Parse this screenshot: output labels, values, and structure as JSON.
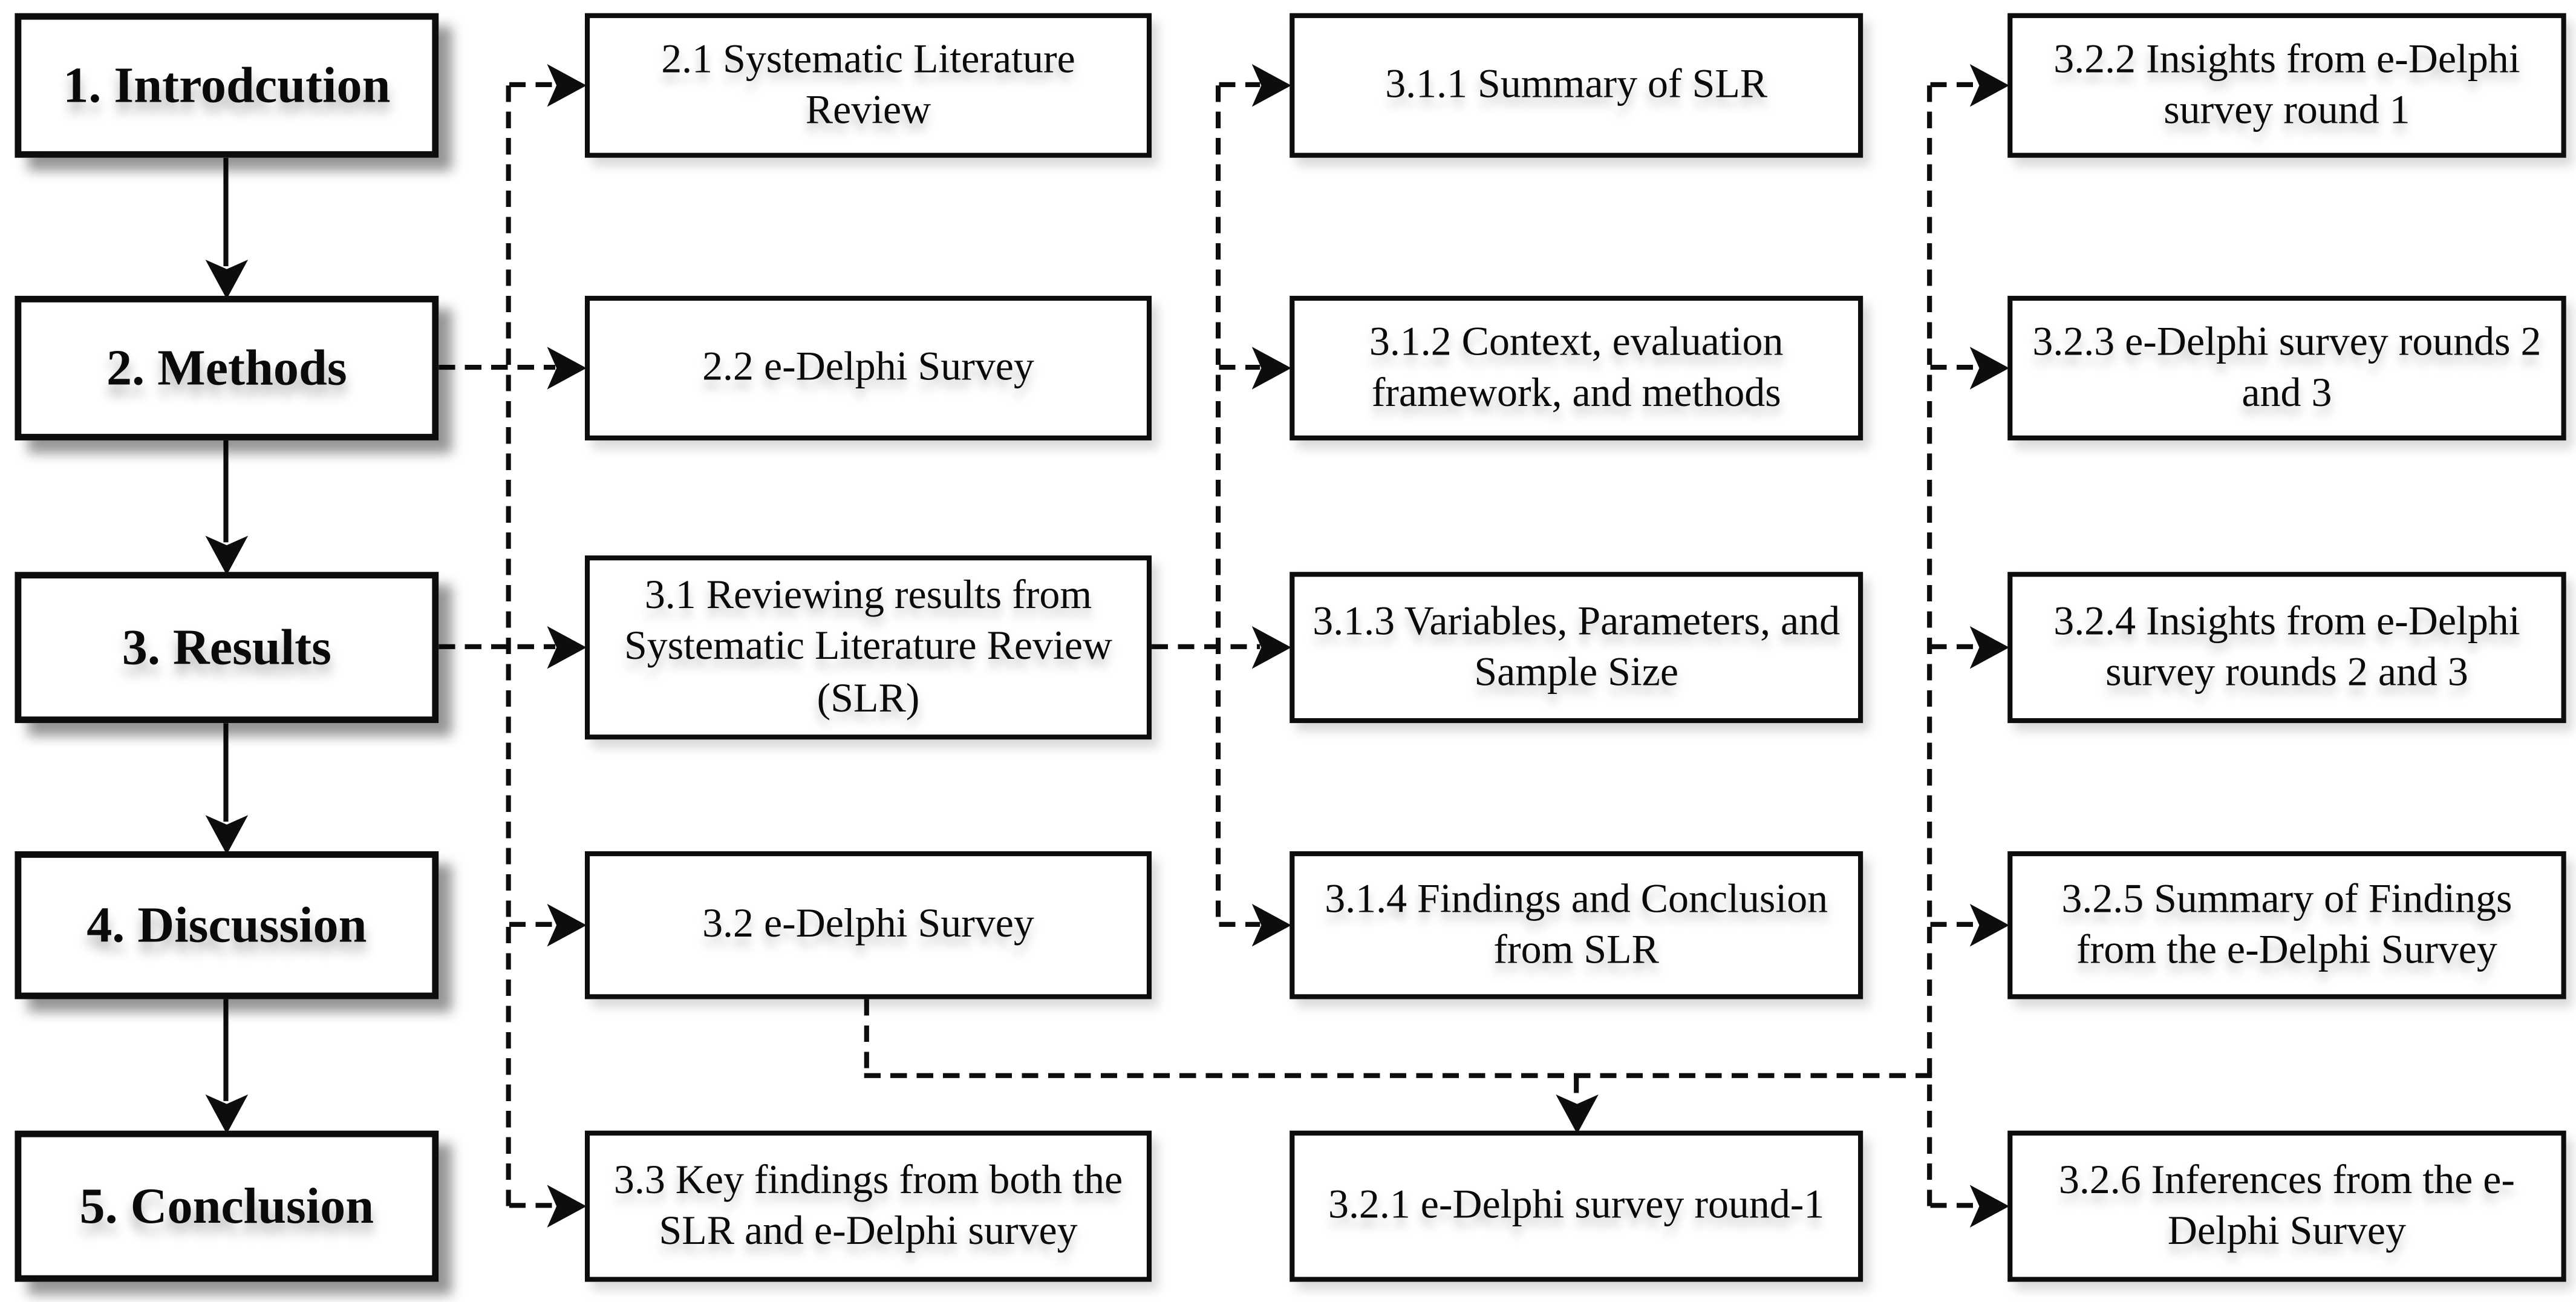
{
  "colors": {
    "ink": "#0d0d0d",
    "background": "#ffffff",
    "box_fill": "#ffffff"
  },
  "boxes": {
    "intro": {
      "label": "1. Introdcution"
    },
    "methods": {
      "label": "2. Methods"
    },
    "results": {
      "label": "3. Results"
    },
    "discussion": {
      "label": "4. Discussion"
    },
    "conclusion": {
      "label": "5. Conclusion"
    },
    "s2_1": {
      "label": "2.1 Systematic Literature Review"
    },
    "s2_2": {
      "label": "2.2 e-Delphi Survey"
    },
    "s3_1": {
      "label": "3.1 Reviewing results from Systematic Literature Review (SLR)"
    },
    "s3_2": {
      "label": "3.2 e-Delphi Survey"
    },
    "s3_3": {
      "label": "3.3 Key findings from both the SLR and e-Delphi survey"
    },
    "s3_1_1": {
      "label": "3.1.1 Summary of SLR"
    },
    "s3_1_2": {
      "label": "3.1.2 Context, evaluation framework, and methods"
    },
    "s3_1_3": {
      "label": "3.1.3 Variables, Parameters, and Sample Size"
    },
    "s3_1_4": {
      "label": "3.1.4 Findings and Conclusion from SLR"
    },
    "s3_2_1": {
      "label": "3.2.1 e-Delphi survey round-1"
    },
    "s3_2_2": {
      "label": "3.2.2 Insights from e-Delphi survey round 1"
    },
    "s3_2_3": {
      "label": "3.2.3 e-Delphi survey rounds 2 and 3"
    },
    "s3_2_4": {
      "label": "3.2.4 Insights from e-Delphi survey rounds 2 and 3"
    },
    "s3_2_5": {
      "label": "3.2.5 Summary of Findings from the e-Delphi Survey"
    },
    "s3_2_6": {
      "label": "3.2.6 Inferences from the e-Delphi Survey"
    }
  },
  "edges": [
    {
      "from": "intro",
      "to": "methods",
      "style": "solid"
    },
    {
      "from": "methods",
      "to": "results",
      "style": "solid"
    },
    {
      "from": "results",
      "to": "discussion",
      "style": "solid"
    },
    {
      "from": "discussion",
      "to": "conclusion",
      "style": "solid"
    },
    {
      "from": "methods",
      "to": "s2_1",
      "style": "dashed"
    },
    {
      "from": "methods",
      "to": "s2_2",
      "style": "dashed"
    },
    {
      "from": "results",
      "to": "s3_1",
      "style": "dashed"
    },
    {
      "from": "left-trunk",
      "to": "s3_2",
      "style": "dashed"
    },
    {
      "from": "left-trunk",
      "to": "s3_3",
      "style": "dashed"
    },
    {
      "from": "s3_1",
      "to": "s3_1_1",
      "style": "dashed"
    },
    {
      "from": "s3_1",
      "to": "s3_1_2",
      "style": "dashed"
    },
    {
      "from": "s3_1",
      "to": "s3_1_3",
      "style": "dashed"
    },
    {
      "from": "s3_1",
      "to": "s3_1_4",
      "style": "dashed"
    },
    {
      "from": "s3_2",
      "to": "s3_2_1",
      "style": "dashed"
    },
    {
      "from": "s3_2",
      "to": "s3_2_2",
      "style": "dashed"
    },
    {
      "from": "s3_2",
      "to": "s3_2_3",
      "style": "dashed"
    },
    {
      "from": "s3_2",
      "to": "s3_2_4",
      "style": "dashed"
    },
    {
      "from": "s3_2",
      "to": "s3_2_5",
      "style": "dashed"
    },
    {
      "from": "s3_2",
      "to": "s3_2_6",
      "style": "dashed"
    }
  ]
}
